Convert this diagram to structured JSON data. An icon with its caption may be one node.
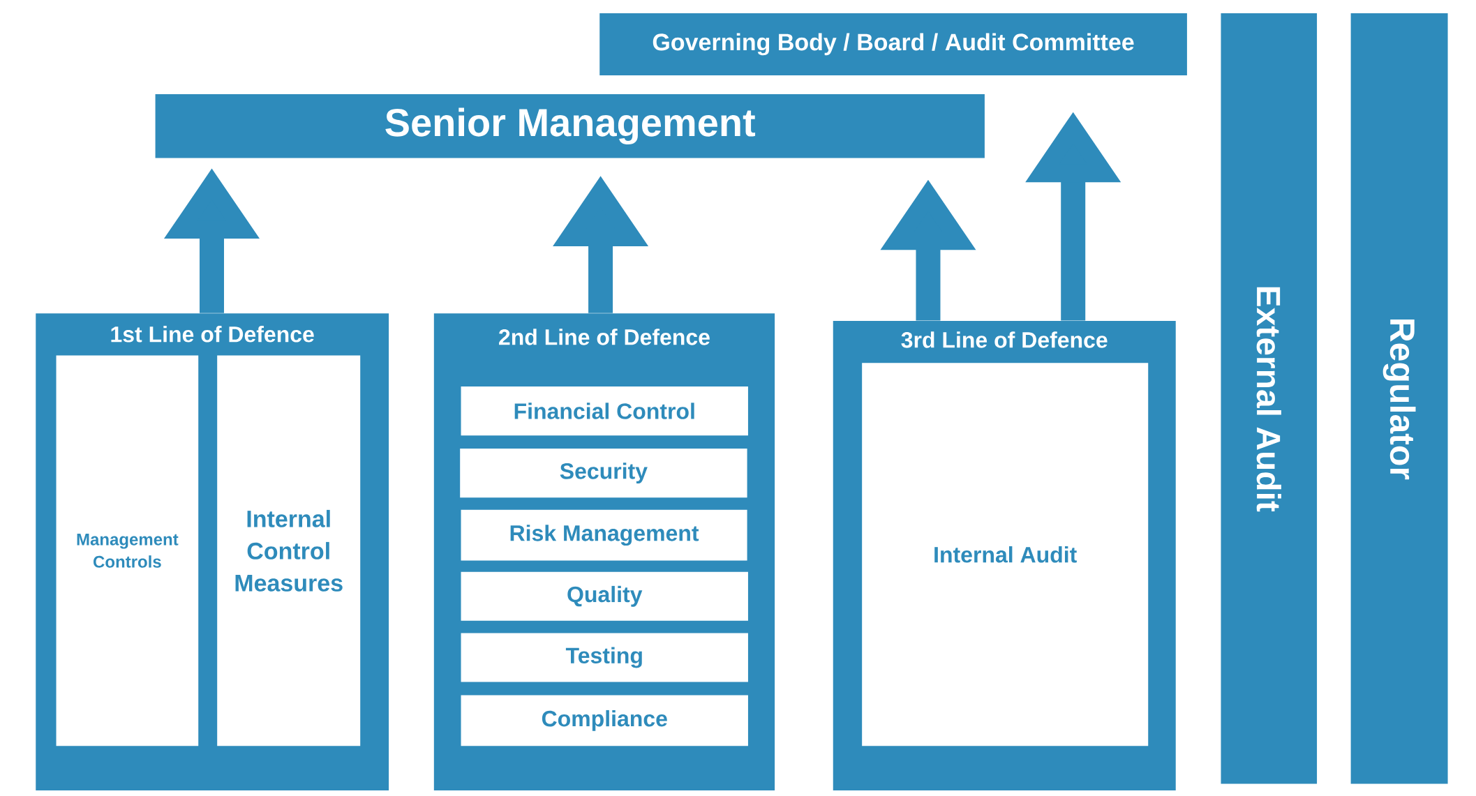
{
  "diagram": {
    "nodes": [
      {
        "text": [
          "Governing Body / Board / Audit Committee"
        ]
      },
      {
        "text": [
          "Senior Management"
        ]
      },
      {
        "text": [
          "External Audit"
        ]
      },
      {
        "text": [
          "Regulator"
        ]
      },
      {
        "text": [
          "1st  Line of Defence"
        ]
      },
      {
        "text": [
          "Management Controls"
        ],
        "in": 4
      },
      {
        "text": [
          "Internal Control Measures"
        ],
        "in": 4
      },
      {
        "text": [
          "2nd  Line of Defence"
        ]
      },
      {
        "text": [
          "Financial Control"
        ],
        "in": 7
      },
      {
        "text": [
          "Security"
        ],
        "in": 7
      },
      {
        "text": [
          "Risk Management"
        ],
        "in": 7
      },
      {
        "text": [
          "Quality"
        ],
        "in": 7
      },
      {
        "text": [
          "Testing"
        ],
        "in": 7
      },
      {
        "text": [
          "Compliance"
        ],
        "in": 7
      },
      {
        "text": [
          "3rd Line of Defence"
        ]
      },
      {
        "text": [
          "Internal Audit"
        ],
        "in": 14
      }
    ],
    "edges": [
      {
        "from": 4,
        "to": 1,
        "arrow": "to"
      },
      {
        "from": 7,
        "to": 1,
        "arrow": "to"
      },
      {
        "from": 14,
        "to": 1,
        "arrow": "to"
      },
      {
        "from": 14,
        "to": 0,
        "arrow": "to"
      }
    ]
  }
}
